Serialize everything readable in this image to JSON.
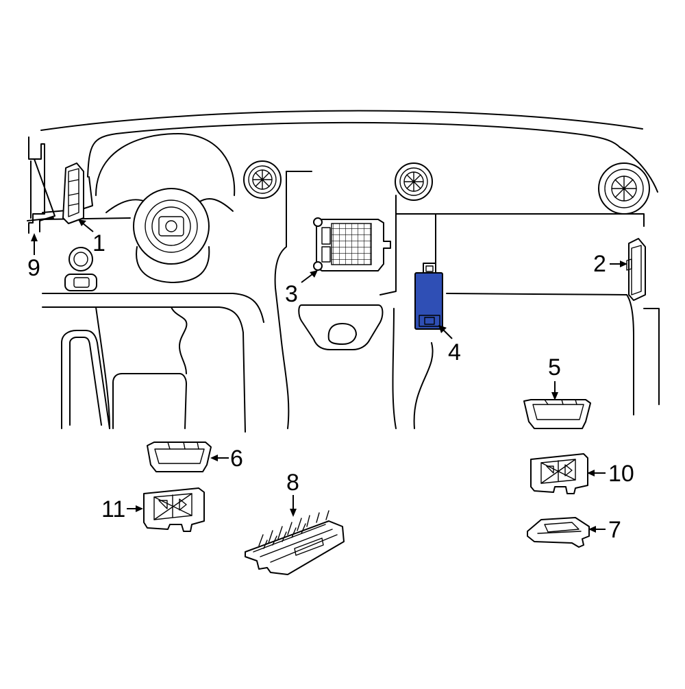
{
  "diagram": {
    "highlight_color": "#2f4fb5",
    "callouts": [
      {
        "id": "1",
        "label": "1"
      },
      {
        "id": "2",
        "label": "2"
      },
      {
        "id": "3",
        "label": "3"
      },
      {
        "id": "4",
        "label": "4",
        "highlighted": true
      },
      {
        "id": "5",
        "label": "5"
      },
      {
        "id": "6",
        "label": "6"
      },
      {
        "id": "7",
        "label": "7"
      },
      {
        "id": "8",
        "label": "8"
      },
      {
        "id": "9",
        "label": "9"
      },
      {
        "id": "10",
        "label": "10"
      },
      {
        "id": "11",
        "label": "11"
      }
    ]
  }
}
